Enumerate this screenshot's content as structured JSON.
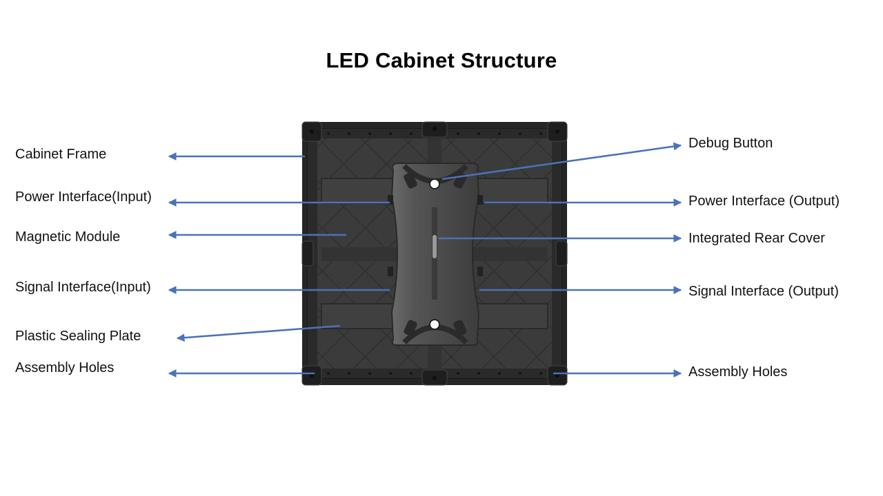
{
  "title": "LED Cabinet Structure",
  "colors": {
    "arrow": "#4a72b8",
    "cabinet_frame": "#2b2b2b",
    "cabinet_panel": "#3a3a3a",
    "rear_cover": "#4d4d4d",
    "background": "#ffffff"
  },
  "labels_left": [
    {
      "text": "Cabinet Frame"
    },
    {
      "text": "Power Interface(Input)"
    },
    {
      "text": "Magnetic Module"
    },
    {
      "text": "Signal Interface(Input)"
    },
    {
      "text": "Plastic Sealing Plate"
    },
    {
      "text": "Assembly Holes"
    }
  ],
  "labels_right": [
    {
      "text": "Debug Button"
    },
    {
      "text": "Power Interface (Output)"
    },
    {
      "text": "Integrated Rear Cover"
    },
    {
      "text": "Signal Interface (Output)"
    },
    {
      "text": "Assembly Holes"
    }
  ]
}
